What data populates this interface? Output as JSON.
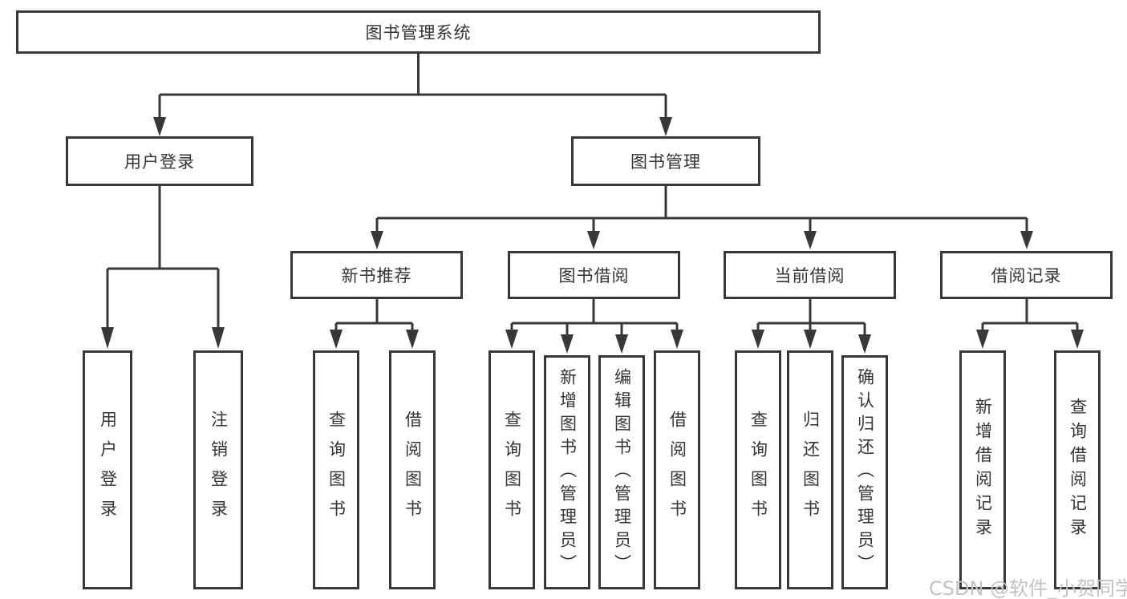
{
  "diagram": {
    "type": "tree",
    "root": {
      "label": "图书管理系统"
    },
    "level2": {
      "user_login": {
        "label": "用户登录"
      },
      "book_mgmt": {
        "label": "图书管理"
      }
    },
    "level3": {
      "new_books": {
        "label": "新书推荐"
      },
      "book_borrow": {
        "label": "图书借阅"
      },
      "current_borrow": {
        "label": "当前借阅"
      },
      "borrow_records": {
        "label": "借阅记录"
      }
    },
    "leaves": {
      "user_login_1": "用户登录",
      "user_login_2": "注销登录",
      "new_books_1": "查询图书",
      "new_books_2": "借阅图书",
      "book_borrow_1": "查询图书",
      "book_borrow_2": "新增图书（管理员）",
      "book_borrow_3": "编辑图书（管理员）",
      "book_borrow_4": "借阅图书",
      "current_borrow_1": "查询图书",
      "current_borrow_2": "归还图书",
      "current_borrow_3": "确认归还（管理员）",
      "borrow_records_1": "新增借阅记录",
      "borrow_records_2": "查询借阅记录"
    }
  },
  "watermark": "CSDN @软件_小贺同学",
  "colors": {
    "line": "#383838",
    "text": "#343434",
    "watermark": "#c3c3c3",
    "background": "#ffffff"
  }
}
